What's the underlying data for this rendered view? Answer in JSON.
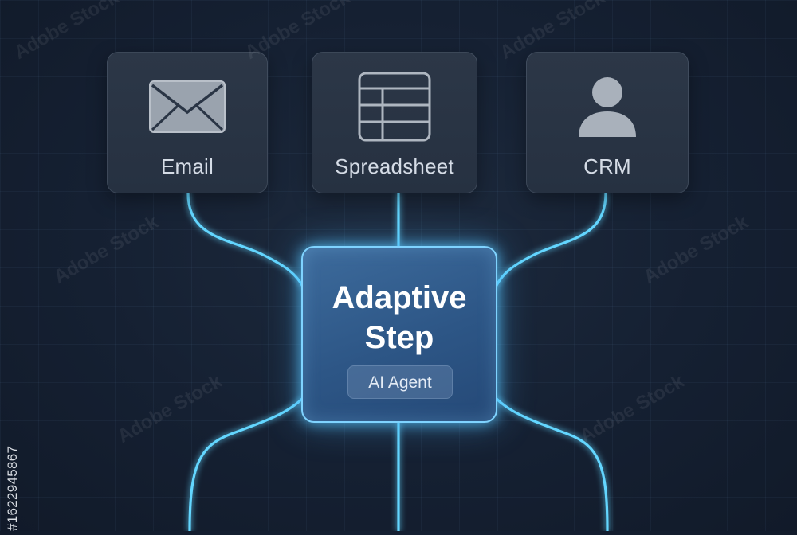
{
  "sources": [
    {
      "label": "Email",
      "icon": "envelope-icon"
    },
    {
      "label": "Spreadsheet",
      "icon": "table-grid-icon"
    },
    {
      "label": "CRM",
      "icon": "user-avatar-icon"
    }
  ],
  "hub": {
    "title_line1": "Adaptive",
    "title_line2": "Step",
    "badge": "AI Agent"
  },
  "watermark": {
    "text": "Adobe Stock",
    "id": "#1622945867"
  },
  "colors": {
    "background": "#152032",
    "card": "#2a3545",
    "hub_fill": "#2f5a8a",
    "glow": "#59d4ff",
    "text": "#d5dce6"
  }
}
